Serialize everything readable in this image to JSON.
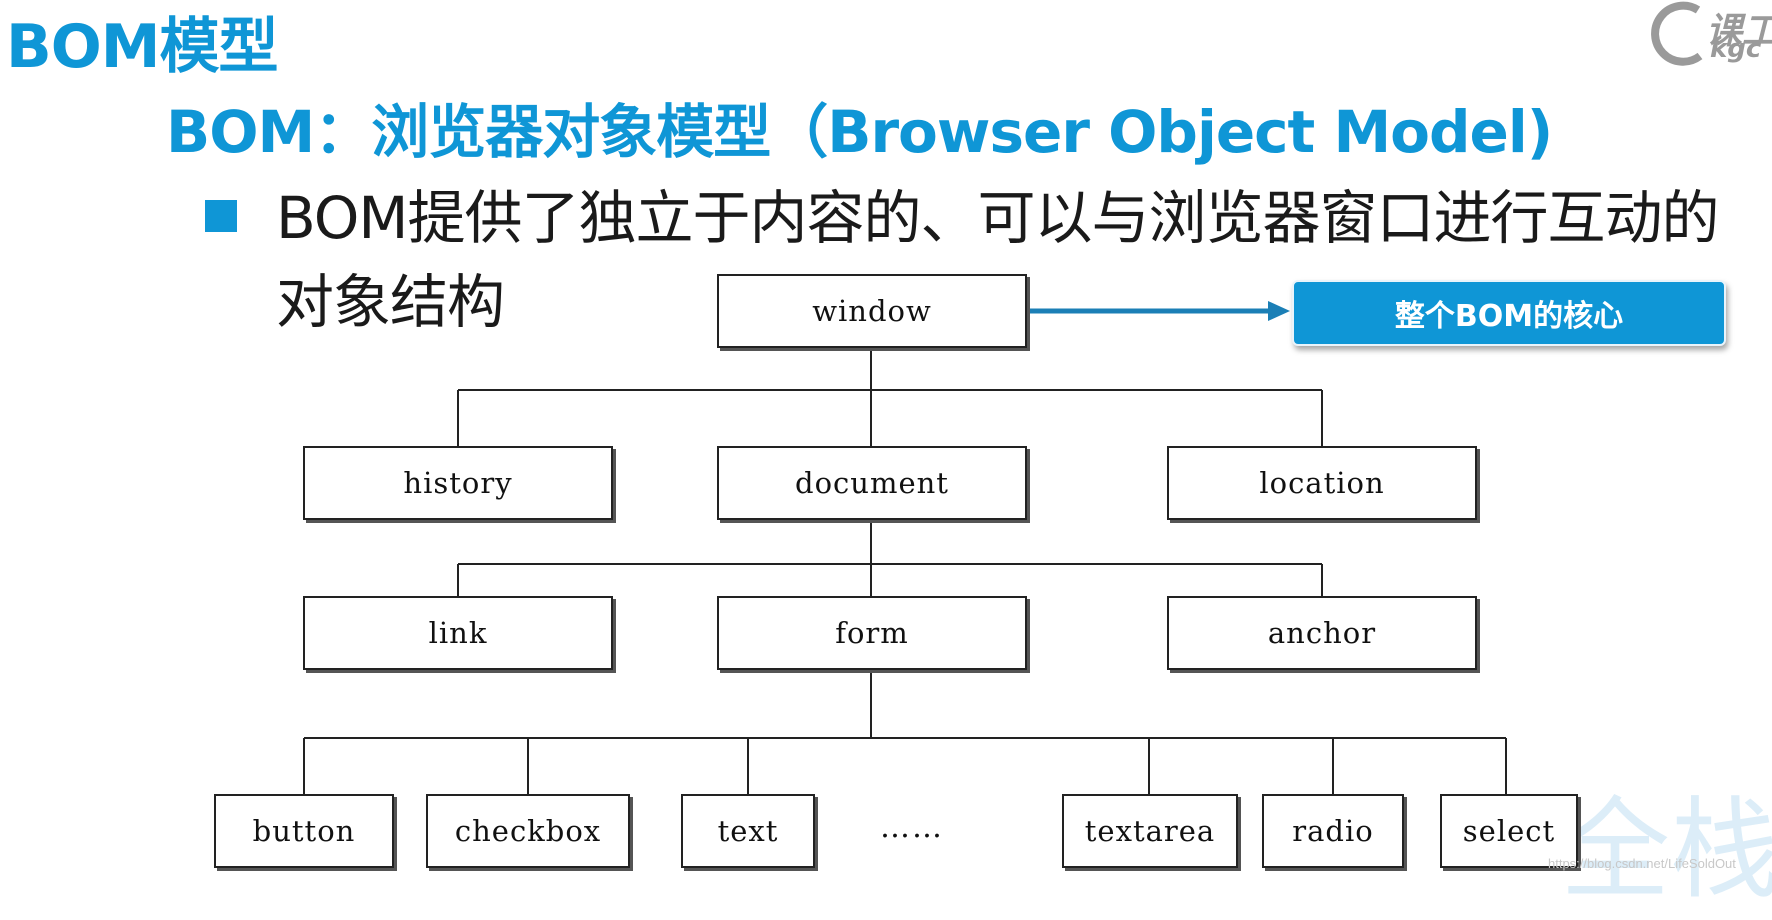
{
  "page": {
    "title": "BOM模型",
    "bullet1": "BOM：浏览器对象模型（Browser Object Model)",
    "bullet2": "BOM提供了独立于内容的、可以与浏览器窗口进行互动的对象结构"
  },
  "logo": {
    "line1": "课工",
    "line2": "kgc"
  },
  "callout": {
    "label": "整个BOM的核心"
  },
  "background": {
    "glyph": "全栈",
    "watermark": "https://blog.csdn.net/LifeSoldOut"
  },
  "diagram": {
    "nodes": {
      "window": "window",
      "history": "history",
      "document": "document",
      "location": "location",
      "link": "link",
      "form": "form",
      "anchor": "anchor",
      "button": "button",
      "checkbox": "checkbox",
      "text": "text",
      "ellipsis": "……",
      "textarea": "textarea",
      "radio": "radio",
      "select": "select"
    }
  },
  "colors": {
    "accent": "#0f96d6",
    "text": "#1a1a1a",
    "line": "#222222"
  }
}
